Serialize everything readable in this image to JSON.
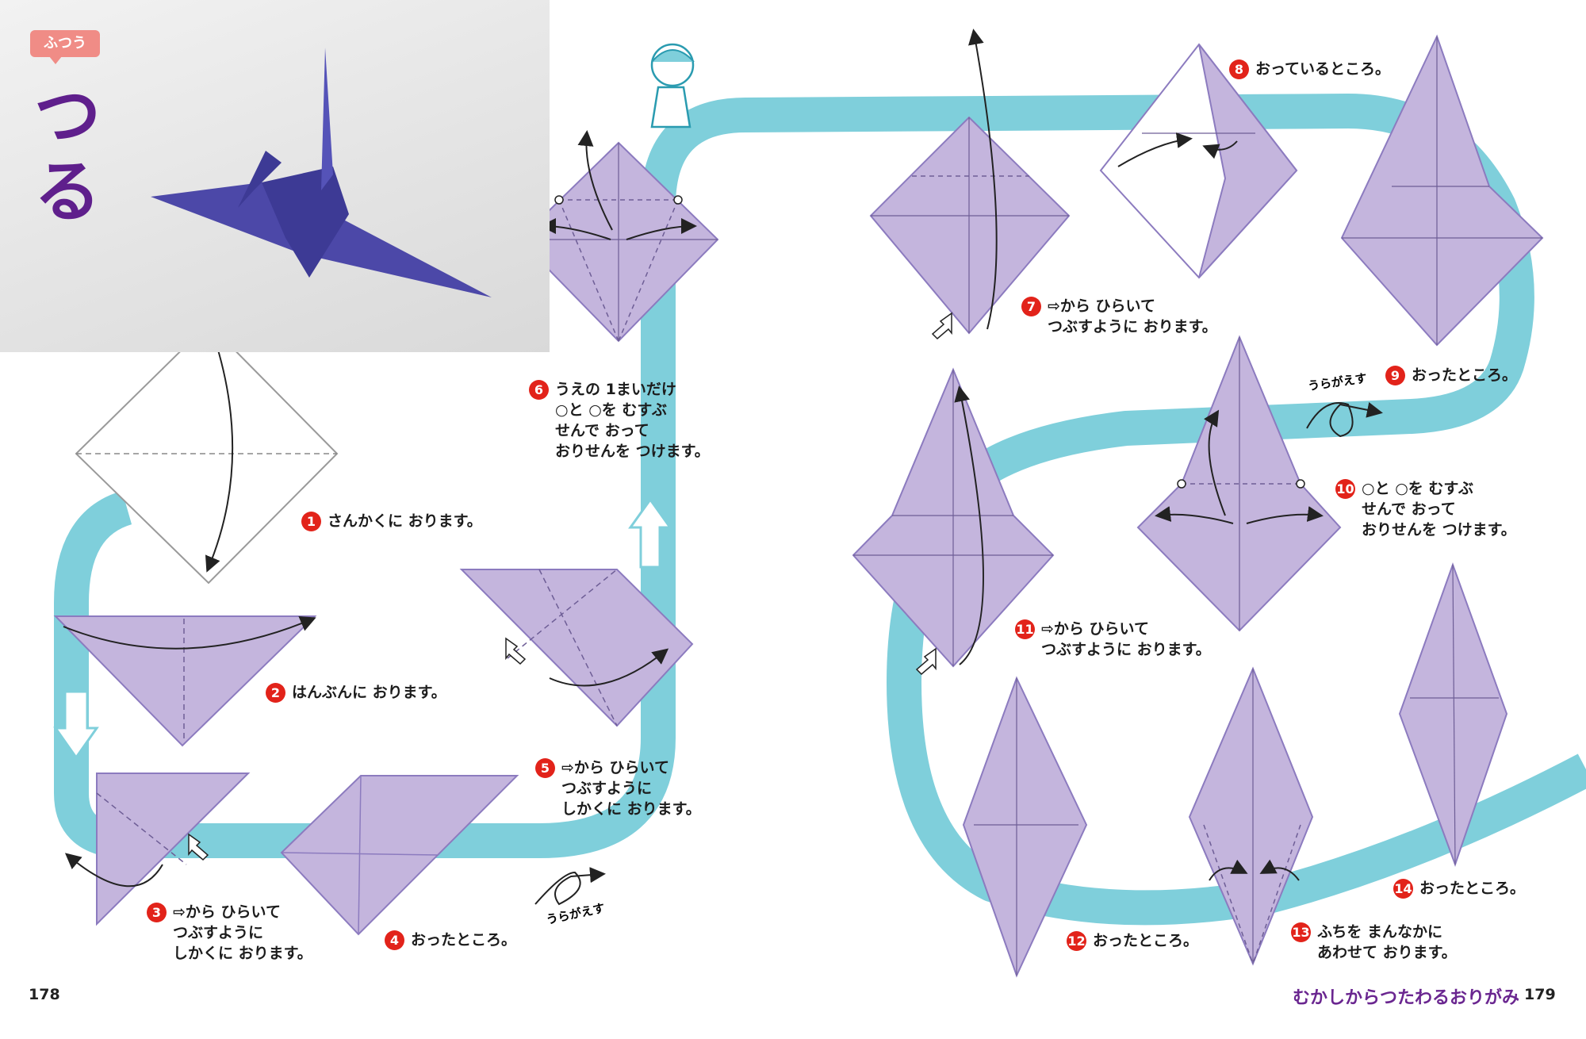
{
  "badge": "ふつう",
  "title": "つる",
  "colors": {
    "paper": "#c4b5dd",
    "paper_edge": "#8c7bbf",
    "path": "#7fcfdb",
    "accent": "#e2231a",
    "title": "#5f1f8c"
  },
  "icons": [
    "finger-pointer-icon",
    "fold-arrow-icon",
    "flip-loop-icon",
    "direction-arrow-icon"
  ],
  "steps": [
    {
      "num": "1",
      "lines": [
        "さんかくに おります。"
      ]
    },
    {
      "num": "2",
      "lines": [
        "はんぶんに おります。"
      ]
    },
    {
      "num": "3",
      "lines": [
        "⇨から ひらいて",
        "つぶすように",
        "しかくに おります。"
      ]
    },
    {
      "num": "4",
      "lines": [
        "おったところ。"
      ]
    },
    {
      "num": "5",
      "lines": [
        "⇨から ひらいて",
        "つぶすように",
        "しかくに おります。"
      ]
    },
    {
      "num": "6",
      "lines": [
        "うえの 1まいだけ",
        "○と ○を むすぶ",
        "せんで おって",
        "おりせんを つけます。"
      ]
    },
    {
      "num": "7",
      "lines": [
        "⇨から ひらいて",
        "つぶすように おります。"
      ]
    },
    {
      "num": "8",
      "lines": [
        "おっているところ。"
      ]
    },
    {
      "num": "9",
      "lines": [
        "おったところ。"
      ]
    },
    {
      "num": "10",
      "lines": [
        "○と ○を むすぶ",
        "せんで おって",
        "おりせんを つけます。"
      ]
    },
    {
      "num": "11",
      "lines": [
        "⇨から ひらいて",
        "つぶすように おります。"
      ]
    },
    {
      "num": "12",
      "lines": [
        "おったところ。"
      ]
    },
    {
      "num": "13",
      "lines": [
        "ふちを まんなかに",
        "あわせて おります。"
      ]
    },
    {
      "num": "14",
      "lines": [
        "おったところ。"
      ]
    }
  ],
  "flip_label": "うらがえす",
  "footer": {
    "page_left": "178",
    "page_right": "179",
    "series_title": "むかしからつたわるおりがみ"
  }
}
